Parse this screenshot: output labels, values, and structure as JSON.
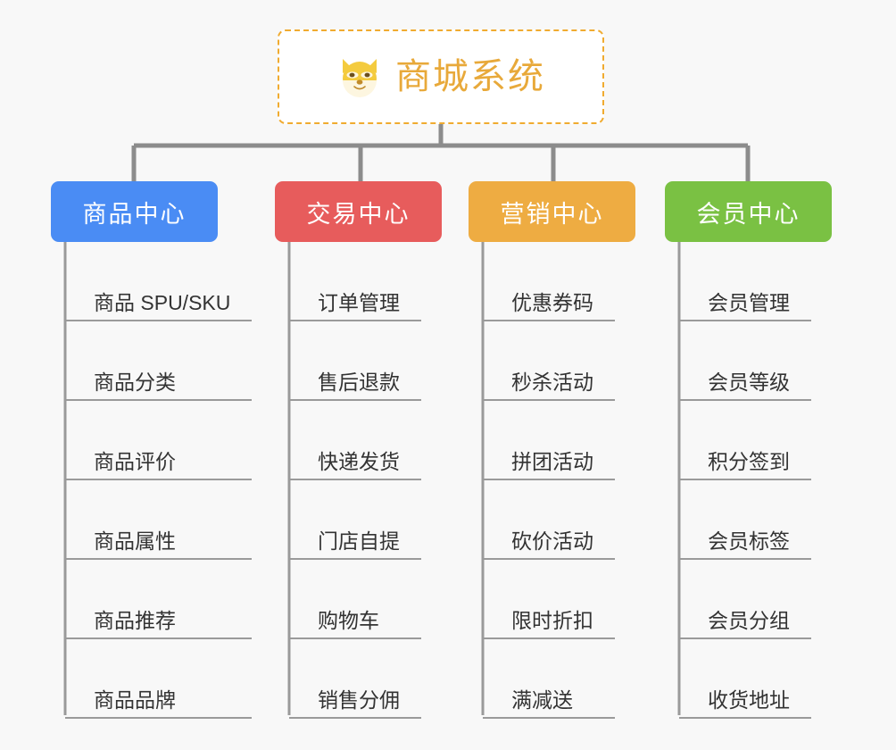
{
  "diagram": {
    "type": "mind-map",
    "background_color": "#f8f8f8",
    "root": {
      "title": "商城系统",
      "icon": "shiba-dog-face-icon",
      "text_color": "#e8a93a",
      "border_color": "#f0ab30",
      "background_color": "#ffffff",
      "border_style": "dashed"
    },
    "connector_color": "#8c8c8c",
    "branches": [
      {
        "label": "商品中心",
        "color": "#4a8cf4",
        "leaves": [
          "商品 SPU/SKU",
          "商品分类",
          "商品评价",
          "商品属性",
          "商品推荐",
          "商品品牌"
        ]
      },
      {
        "label": "交易中心",
        "color": "#e75c5c",
        "leaves": [
          "订单管理",
          "售后退款",
          "快递发货",
          "门店自提",
          "购物车",
          "销售分佣"
        ]
      },
      {
        "label": "营销中心",
        "color": "#eeac42",
        "leaves": [
          "优惠券码",
          "秒杀活动",
          "拼团活动",
          "砍价活动",
          "限时折扣",
          "满减送"
        ]
      },
      {
        "label": "会员中心",
        "color": "#7ac143",
        "leaves": [
          "会员管理",
          "会员等级",
          "积分签到",
          "会员标签",
          "会员分组",
          "收货地址"
        ]
      }
    ]
  }
}
